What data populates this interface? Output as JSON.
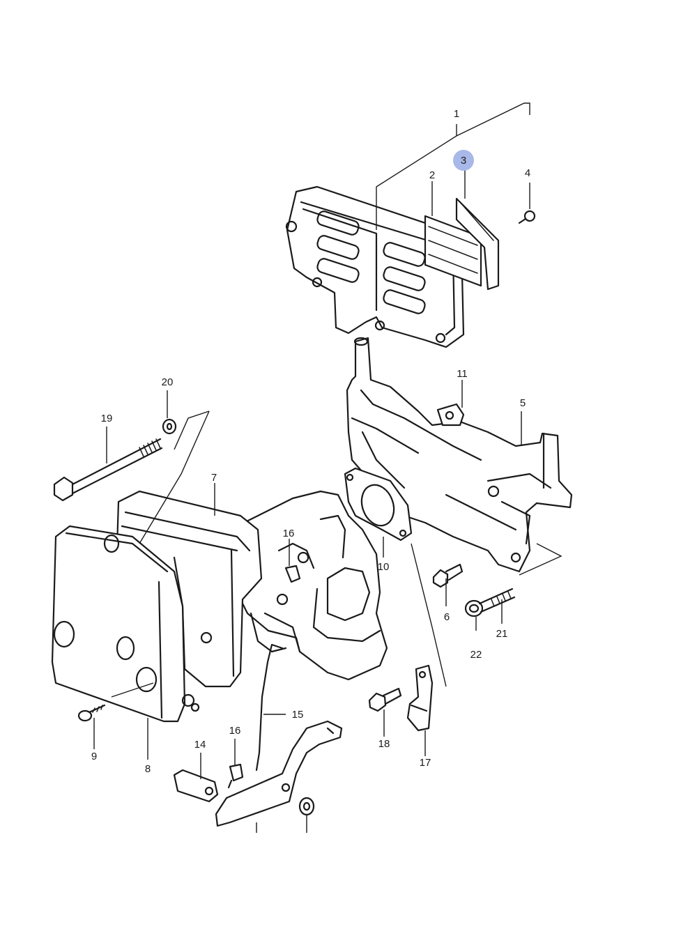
{
  "highlight_color": "#a8b8e8",
  "line_color": "#1a1a1a",
  "callouts": [
    {
      "id": "c1",
      "label": "1"
    },
    {
      "id": "c2",
      "label": "2"
    },
    {
      "id": "c3",
      "label": "3",
      "highlighted": true
    },
    {
      "id": "c4",
      "label": "4"
    },
    {
      "id": "c5",
      "label": "5"
    },
    {
      "id": "c6",
      "label": "6"
    },
    {
      "id": "c7",
      "label": "7"
    },
    {
      "id": "c8",
      "label": "8"
    },
    {
      "id": "c9",
      "label": "9"
    },
    {
      "id": "c10",
      "label": "10"
    },
    {
      "id": "c11",
      "label": "11"
    },
    {
      "id": "c14",
      "label": "14"
    },
    {
      "id": "c15",
      "label": "15"
    },
    {
      "id": "c16a",
      "label": "16"
    },
    {
      "id": "c16b",
      "label": "16"
    },
    {
      "id": "c17",
      "label": "17"
    },
    {
      "id": "c18",
      "label": "18"
    },
    {
      "id": "c19",
      "label": "19"
    },
    {
      "id": "c20",
      "label": "20"
    },
    {
      "id": "c21",
      "label": "21"
    },
    {
      "id": "c22",
      "label": "22"
    }
  ]
}
